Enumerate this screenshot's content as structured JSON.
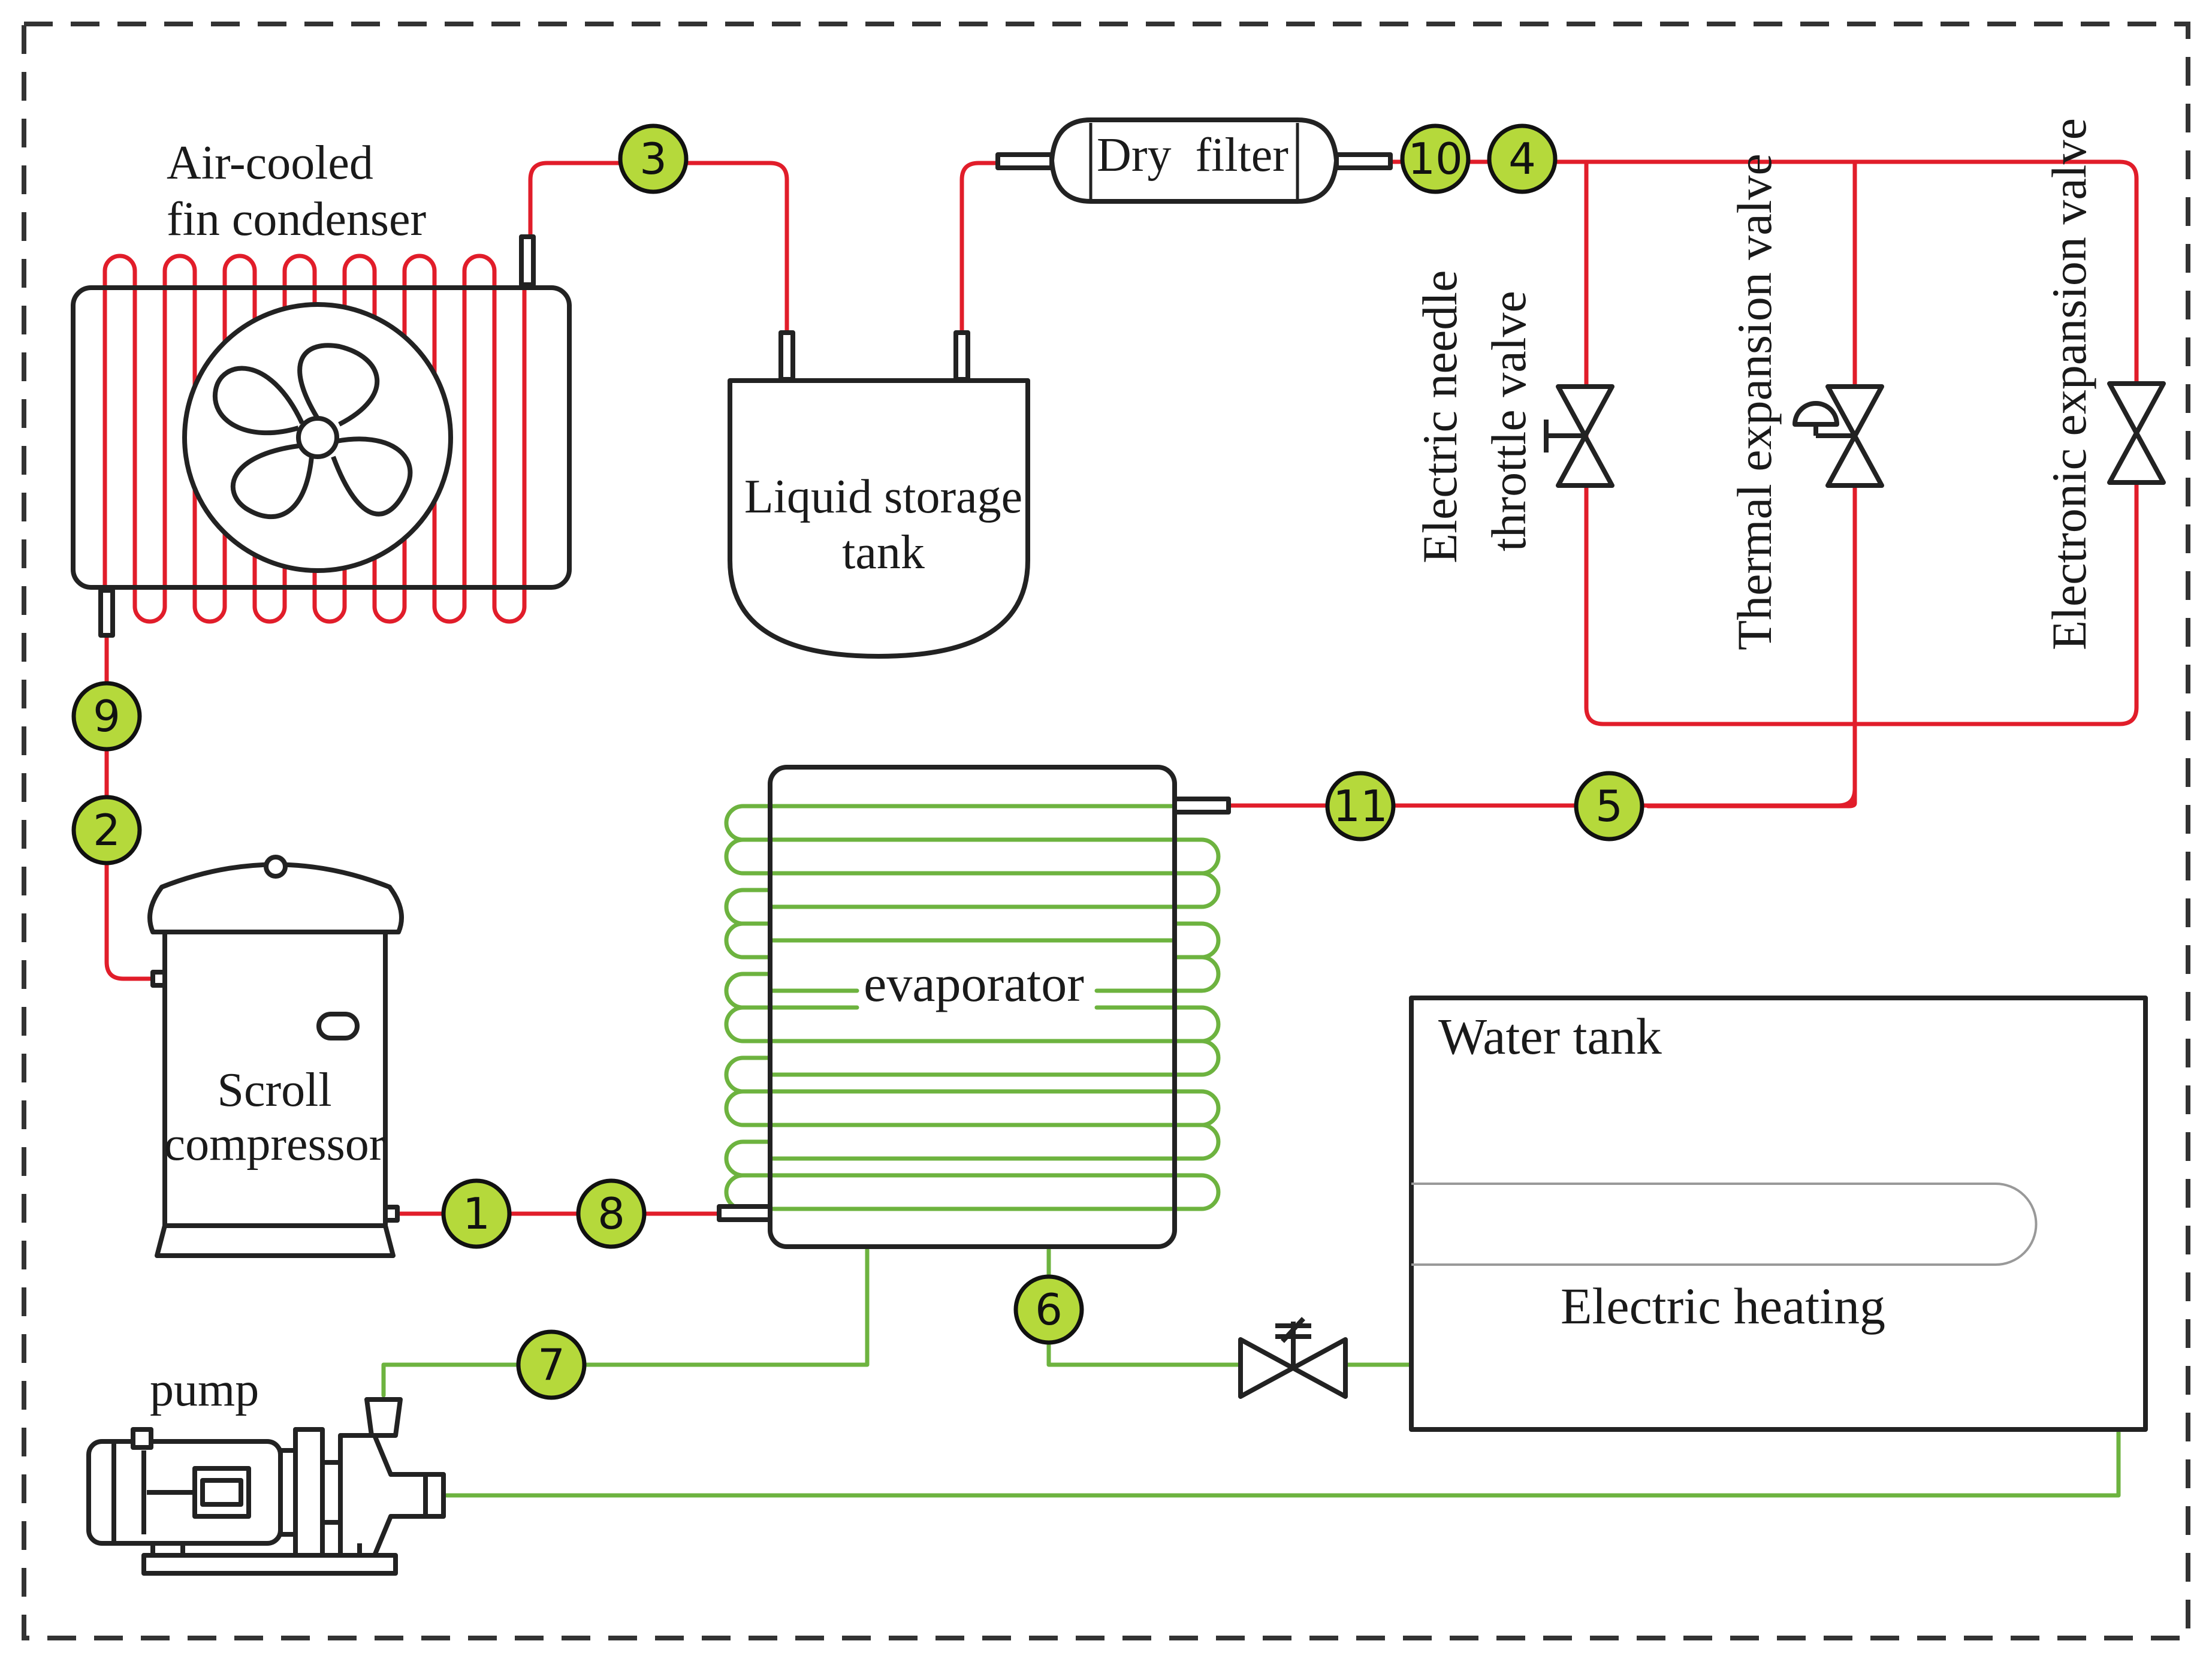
{
  "colors": {
    "refrigerant_line": "#e11d2a",
    "water_line": "#6db33f",
    "node_fill": "#b5d93b",
    "outline": "#222222"
  },
  "components": {
    "condenser": {
      "line1": "Air-cooled",
      "line2": "fin condenser",
      "icon": "fan-icon"
    },
    "storage_tank": {
      "line1": "Liquid storage",
      "line2": "tank"
    },
    "dry_filter": {
      "label": "Dry  filter"
    },
    "needle_valve": {
      "line1": "Electric needle",
      "line2": "throttle valve",
      "icon": "needle-valve-icon"
    },
    "thermal_valve": {
      "label": "Thermal expansion valve",
      "icon": "thermal-valve-icon"
    },
    "electronic_valve": {
      "label": "Electronic expansion valve",
      "icon": "electronic-valve-icon"
    },
    "compressor": {
      "line1": "Scroll",
      "line2": "compressor"
    },
    "evaporator": {
      "label": "evaporator"
    },
    "water_tank": {
      "label": "Water tank"
    },
    "heater": {
      "label": "Electric heating"
    },
    "pump": {
      "label": "pump",
      "icon": "pump-icon"
    },
    "water_valve": {
      "icon": "gate-valve-icon"
    }
  },
  "nodes": [
    "1",
    "2",
    "3",
    "4",
    "5",
    "6",
    "7",
    "8",
    "9",
    "10",
    "11"
  ]
}
